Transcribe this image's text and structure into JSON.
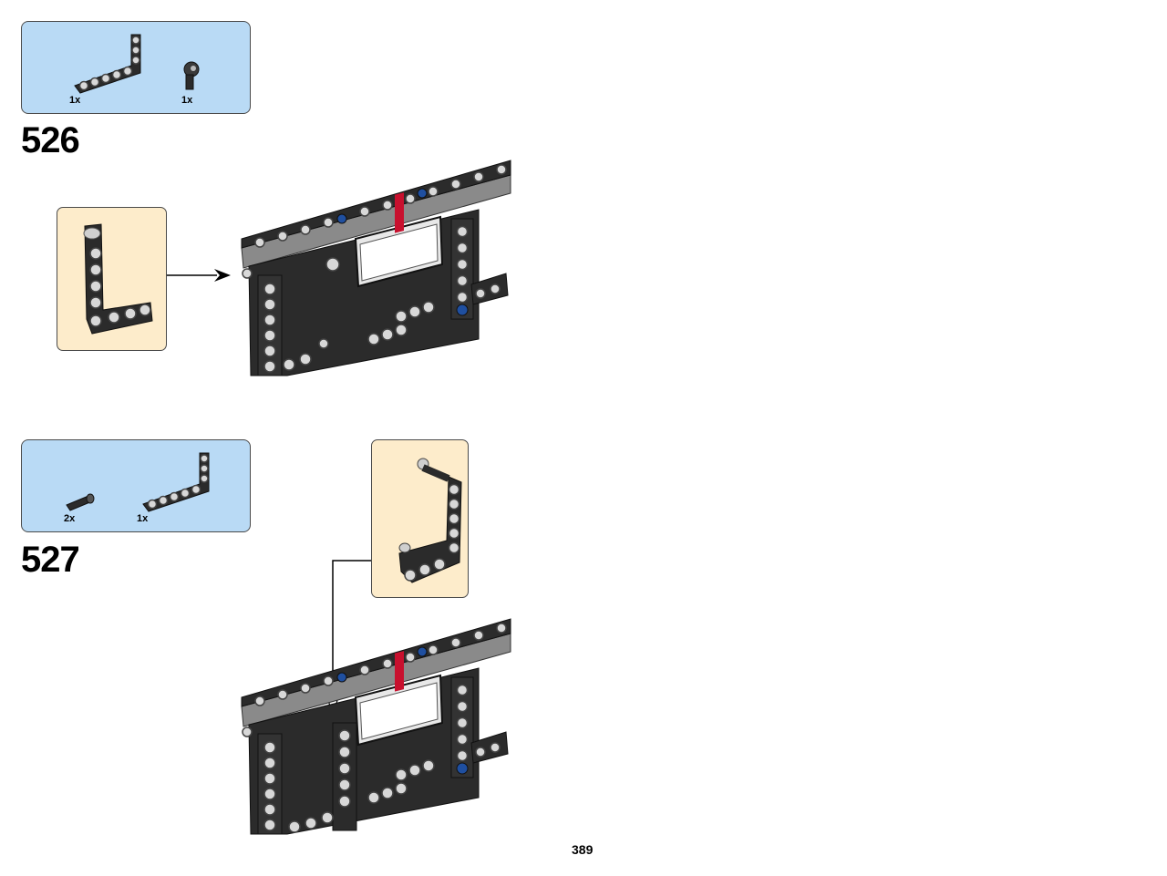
{
  "steps": [
    {
      "number": "526",
      "parts": [
        {
          "qty": "1x",
          "icon": "l-beam-icon"
        },
        {
          "qty": "1x",
          "icon": "ball-joint-icon"
        }
      ],
      "callout_part": "l-beam-icon"
    },
    {
      "number": "527",
      "parts": [
        {
          "qty": "2x",
          "icon": "pin-connector-icon"
        },
        {
          "qty": "1x",
          "icon": "l-beam-icon"
        }
      ],
      "callout_part": "j-beam-icon"
    }
  ],
  "page_number": "389",
  "colors": {
    "parts_box": "#b9daf5",
    "callout_box": "#fdeccb",
    "dark_beam": "#2b2b2b",
    "light_beam": "#8a8a8a",
    "axle_blue": "#1f4fa0",
    "sticker_red": "#c8102e"
  }
}
